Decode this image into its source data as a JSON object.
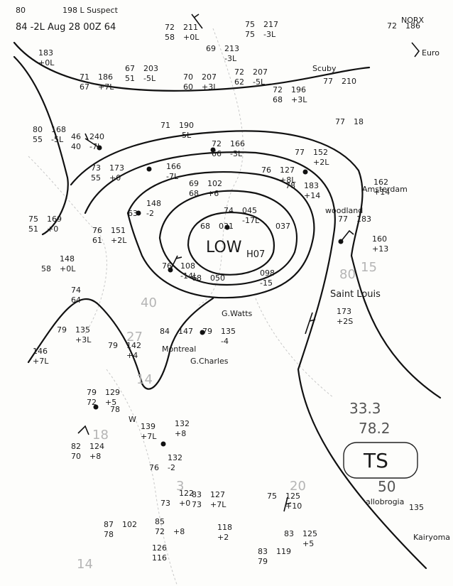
{
  "title": {
    "l1": "80",
    "l2": "198 L Suspect",
    "l3": "84 -2L Aug 28 00Z 64"
  },
  "center_label": "LOW",
  "center_pressure": "H07",
  "storm": {
    "lat": "33.3",
    "lon": "78.2",
    "classification": "TS",
    "below": "50"
  },
  "place_names": [
    {
      "key": "montreal",
      "text": "Montreal"
    },
    {
      "key": "g_charles",
      "text": "G.Charles"
    },
    {
      "key": "g_watts",
      "text": "G.Watts"
    },
    {
      "key": "saint_louis",
      "text": "Saint Louis"
    },
    {
      "key": "amsterdam",
      "text": "Amsterdam"
    },
    {
      "key": "woodland",
      "text": "woodland"
    },
    {
      "key": "allobrogia",
      "text": "allobrogia"
    },
    {
      "key": "kairyoma",
      "text": "Kairyoma"
    },
    {
      "key": "scuby",
      "text": "Scuby"
    },
    {
      "key": "norx",
      "text": "NORX"
    },
    {
      "key": "euro",
      "text": "Euro"
    }
  ],
  "stations": [
    {
      "id": "s1",
      "t": "72",
      "p": "211",
      "d": "58",
      "c": "+0L"
    },
    {
      "id": "s2",
      "t": "75",
      "p": "217",
      "d": "75",
      "c": "-3L"
    },
    {
      "id": "s3",
      "t": "72",
      "p": "186",
      "d": "",
      "c": ""
    },
    {
      "id": "s4",
      "t": "",
      "p": "183",
      "d": "",
      "c": "+0L"
    },
    {
      "id": "s5",
      "t": "71",
      "p": "186",
      "d": "67",
      "c": "+7L"
    },
    {
      "id": "s6",
      "t": "67",
      "p": "203",
      "d": "51",
      "c": "-5L"
    },
    {
      "id": "s7",
      "t": "69",
      "p": "213",
      "d": "",
      "c": "-3L"
    },
    {
      "id": "s8",
      "t": "70",
      "p": "207",
      "d": "60",
      "c": "+3L"
    },
    {
      "id": "s9",
      "t": "72",
      "p": "207",
      "d": "62",
      "c": "-5L"
    },
    {
      "id": "s10",
      "t": "72",
      "p": "196",
      "d": "68",
      "c": "+3L"
    },
    {
      "id": "s11",
      "t": "77",
      "p": "210",
      "d": "",
      "c": ""
    },
    {
      "id": "s12",
      "t": "80",
      "p": "168",
      "d": "55",
      "c": "-5L"
    },
    {
      "id": "s13",
      "t": "46",
      "p": "240",
      "d": "40",
      "c": "-7L"
    },
    {
      "id": "s14",
      "t": "71",
      "p": "190",
      "d": "",
      "c": "-5L"
    },
    {
      "id": "s15",
      "t": "72",
      "p": "166",
      "d": "66",
      "c": "-3L"
    },
    {
      "id": "s16",
      "t": "77",
      "p": "152",
      "d": "",
      "c": "+2L"
    },
    {
      "id": "s17",
      "t": "77",
      "p": "18",
      "d": "",
      "c": ""
    },
    {
      "id": "s18",
      "t": "73",
      "p": "173",
      "d": "55",
      "c": "+0"
    },
    {
      "id": "s19",
      "t": "",
      "p": "166",
      "d": "",
      "c": "-7L"
    },
    {
      "id": "s20",
      "t": "69",
      "p": "102",
      "d": "68",
      "c": "+6"
    },
    {
      "id": "s21",
      "t": "74",
      "p": "045",
      "d": "",
      "c": "-17L"
    },
    {
      "id": "s22",
      "t": "76",
      "p": "127",
      "d": "",
      "c": "+8L"
    },
    {
      "id": "s23",
      "t": "",
      "p": "162",
      "d": "",
      "c": "+14"
    },
    {
      "id": "s24",
      "t": "75",
      "p": "169",
      "d": "51",
      "c": "+0"
    },
    {
      "id": "s25",
      "t": "",
      "p": "148",
      "d": "63",
      "c": "-2"
    },
    {
      "id": "s26",
      "t": "76",
      "p": "151",
      "d": "61",
      "c": "+2L"
    },
    {
      "id": "s27",
      "t": "",
      "p": "148",
      "d": "58",
      "c": "+0L"
    },
    {
      "id": "s28",
      "t": "68",
      "p": "031",
      "d": "",
      "c": ""
    },
    {
      "id": "s29",
      "t": "",
      "p": "037",
      "d": "",
      "c": ""
    },
    {
      "id": "s30",
      "t": "78",
      "p": "183",
      "d": "",
      "c": "+14"
    },
    {
      "id": "s31",
      "t": "77",
      "p": "183",
      "d": "",
      "c": ""
    },
    {
      "id": "s32",
      "t": "",
      "p": "160",
      "d": "",
      "c": "+13"
    },
    {
      "id": "s33",
      "t": "76",
      "p": "108",
      "d": "",
      "c": "-14L"
    },
    {
      "id": "s34",
      "t": "68",
      "p": "050",
      "d": "",
      "c": ""
    },
    {
      "id": "s35",
      "t": "",
      "p": "098",
      "d": "",
      "c": "-15"
    },
    {
      "id": "s36",
      "t": "74",
      "p": "",
      "d": "64",
      "c": ""
    },
    {
      "id": "s37",
      "t": "",
      "p": "173",
      "d": "",
      "c": "+2S"
    },
    {
      "id": "s38",
      "t": "79",
      "p": "135",
      "d": "",
      "c": "+3L"
    },
    {
      "id": "s39",
      "t": "",
      "p": "146",
      "d": "",
      "c": "+7L"
    },
    {
      "id": "s40",
      "t": "84",
      "p": "147",
      "d": "",
      "c": ""
    },
    {
      "id": "s41",
      "t": "79",
      "p": "135",
      "d": "",
      "c": "-4"
    },
    {
      "id": "s42",
      "t": "79",
      "p": "142",
      "d": "",
      "c": "+4"
    },
    {
      "id": "s43",
      "t": "79",
      "p": "129",
      "d": "72",
      "c": "+5"
    },
    {
      "id": "s44",
      "t": "78",
      "p": "",
      "d": "",
      "c": "W"
    },
    {
      "id": "s45",
      "t": "",
      "p": "139",
      "d": "",
      "c": "+7L"
    },
    {
      "id": "s46",
      "t": "",
      "p": "132",
      "d": "",
      "c": "+8"
    },
    {
      "id": "s47",
      "t": "82",
      "p": "124",
      "d": "70",
      "c": "+8"
    },
    {
      "id": "s48",
      "t": "",
      "p": "132",
      "d": "76",
      "c": "-2"
    },
    {
      "id": "s49",
      "t": "83",
      "p": "127",
      "d": "73",
      "c": "+7L"
    },
    {
      "id": "s50",
      "t": "",
      "p": "122",
      "d": "73",
      "c": "+0"
    },
    {
      "id": "s51",
      "t": "87",
      "p": "102",
      "d": "78",
      "c": ""
    },
    {
      "id": "s52",
      "t": "85",
      "p": "",
      "d": "72",
      "c": "+8"
    },
    {
      "id": "s53",
      "t": "",
      "p": "118",
      "d": "",
      "c": "+2"
    },
    {
      "id": "s54",
      "t": "75",
      "p": "125",
      "d": "",
      "c": "+10"
    },
    {
      "id": "s55",
      "t": "83",
      "p": "125",
      "d": "",
      "c": "+5"
    },
    {
      "id": "s56",
      "t": "",
      "p": "135",
      "d": "",
      "c": ""
    },
    {
      "id": "s57",
      "t": "83",
      "p": "119",
      "d": "79",
      "c": ""
    },
    {
      "id": "s58",
      "t": "",
      "p": "126",
      "d": "",
      "c": "116"
    }
  ],
  "pencil_marks": {
    "p80": "80",
    "p15": "15",
    "p40": "40",
    "p27": "27",
    "p14": "14",
    "p18": "18",
    "p3": "3",
    "p20": "20",
    "p14b": "14"
  }
}
